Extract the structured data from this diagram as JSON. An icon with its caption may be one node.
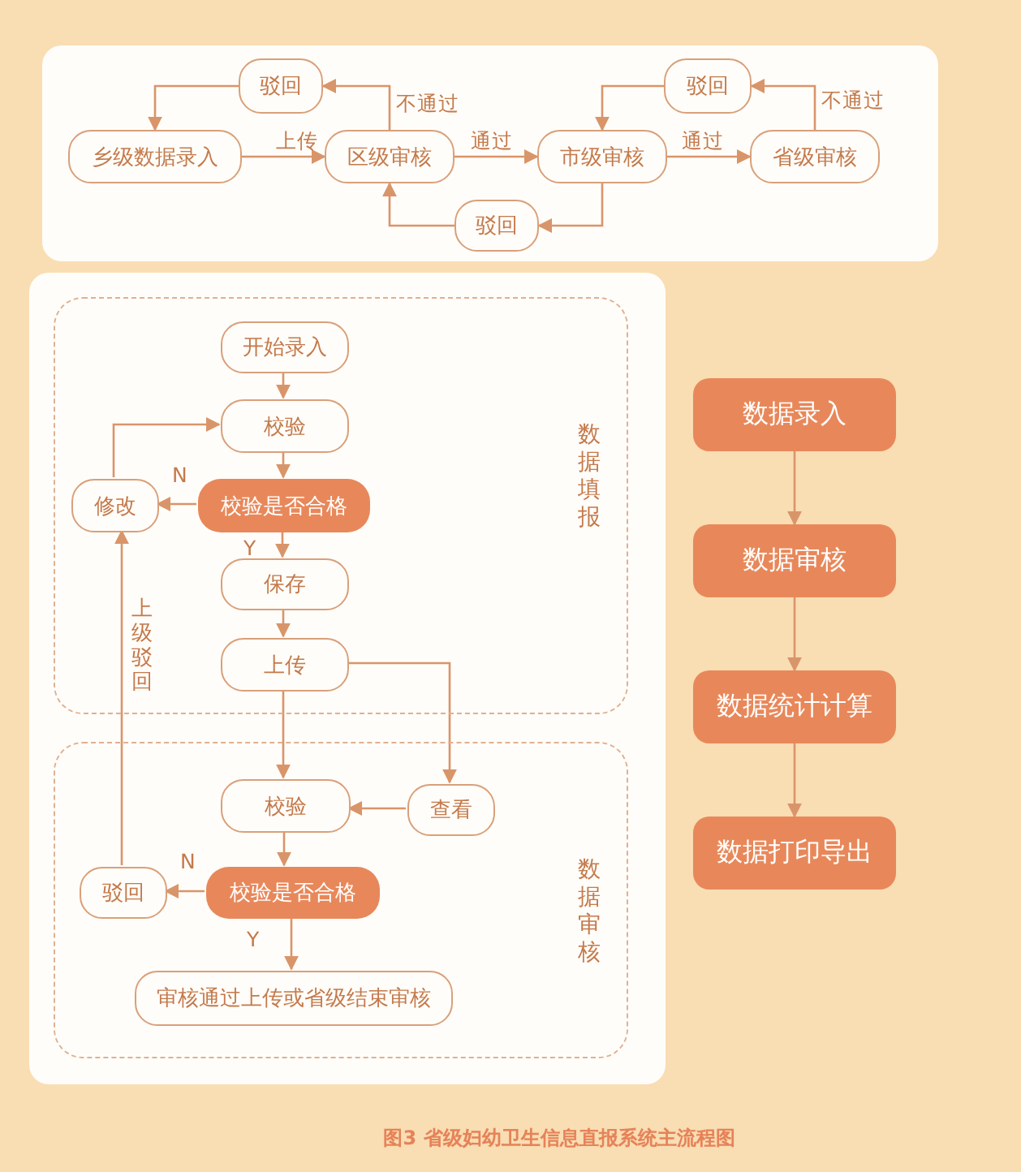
{
  "diagram": {
    "caption": "图3 省级妇幼卫生信息直报系统主流程图",
    "nodes": [
      {
        "text": [
          "乡级数据录入"
        ]
      },
      {
        "text": [
          "驳回"
        ]
      },
      {
        "text": [
          "区级审核"
        ]
      },
      {
        "text": [
          "驳回"
        ]
      },
      {
        "text": [
          "市级审核"
        ]
      },
      {
        "text": [
          "驳回"
        ]
      },
      {
        "text": [
          "省级审核"
        ]
      },
      {
        "text": [
          "数据填报"
        ]
      },
      {
        "text": [
          "开始录入"
        ],
        "in": 7
      },
      {
        "text": [
          "校验"
        ],
        "in": 7
      },
      {
        "text": [
          "修改"
        ],
        "in": 7
      },
      {
        "text": [
          "校验是否合格"
        ],
        "in": 7
      },
      {
        "text": [
          "保存"
        ],
        "in": 7
      },
      {
        "text": [
          "上传"
        ],
        "in": 7
      },
      {
        "text": [
          "数据审核"
        ]
      },
      {
        "text": [
          "校验"
        ],
        "in": 14
      },
      {
        "text": [
          "查看"
        ],
        "in": 14
      },
      {
        "text": [
          "驳回"
        ],
        "in": 14
      },
      {
        "text": [
          "校验是否合格"
        ],
        "in": 14
      },
      {
        "text": [
          "审核通过上传或省级结束审核"
        ],
        "in": 14
      },
      {
        "text": [
          "数据录入"
        ]
      },
      {
        "text": [
          "数据审核"
        ]
      },
      {
        "text": [
          "数据统计计算"
        ]
      },
      {
        "text": [
          "数据打印导出"
        ]
      }
    ],
    "edges": [
      {
        "from": 0,
        "to": 2,
        "arrow": "to",
        "label": "上传"
      },
      {
        "from": 2,
        "to": 1,
        "arrow": "to",
        "label": "不通过"
      },
      {
        "from": 1,
        "to": 0,
        "arrow": "to"
      },
      {
        "from": 2,
        "to": 4,
        "arrow": "to",
        "label": "通过"
      },
      {
        "from": 4,
        "to": 3,
        "arrow": "to"
      },
      {
        "from": 3,
        "to": 2,
        "arrow": "to"
      },
      {
        "from": 4,
        "to": 6,
        "arrow": "to",
        "label": "通过"
      },
      {
        "from": 6,
        "to": 5,
        "arrow": "to",
        "label": "不通过"
      },
      {
        "from": 5,
        "to": 4,
        "arrow": "to"
      },
      {
        "from": 8,
        "to": 9,
        "arrow": "to"
      },
      {
        "from": 9,
        "to": 11,
        "arrow": "to"
      },
      {
        "from": 11,
        "to": 10,
        "arrow": "to",
        "label": "N"
      },
      {
        "from": 10,
        "to": 9,
        "arrow": "to"
      },
      {
        "from": 11,
        "to": 12,
        "arrow": "to",
        "label": "Y"
      },
      {
        "from": 12,
        "to": 13,
        "arrow": "to"
      },
      {
        "from": 13,
        "to": 15,
        "arrow": "to"
      },
      {
        "from": 13,
        "to": 16,
        "arrow": "to"
      },
      {
        "from": 16,
        "to": 15,
        "arrow": "to"
      },
      {
        "from": 15,
        "to": 18,
        "arrow": "to"
      },
      {
        "from": 18,
        "to": 17,
        "arrow": "to",
        "label": "N"
      },
      {
        "from": 17,
        "to": 10,
        "arrow": "to",
        "label": "上级驳回"
      },
      {
        "from": 18,
        "to": 19,
        "arrow": "to",
        "label": "Y"
      },
      {
        "from": 20,
        "to": 21,
        "arrow": "to"
      },
      {
        "from": 21,
        "to": 22,
        "arrow": "to"
      },
      {
        "from": 22,
        "to": 23,
        "arrow": "to"
      }
    ]
  }
}
